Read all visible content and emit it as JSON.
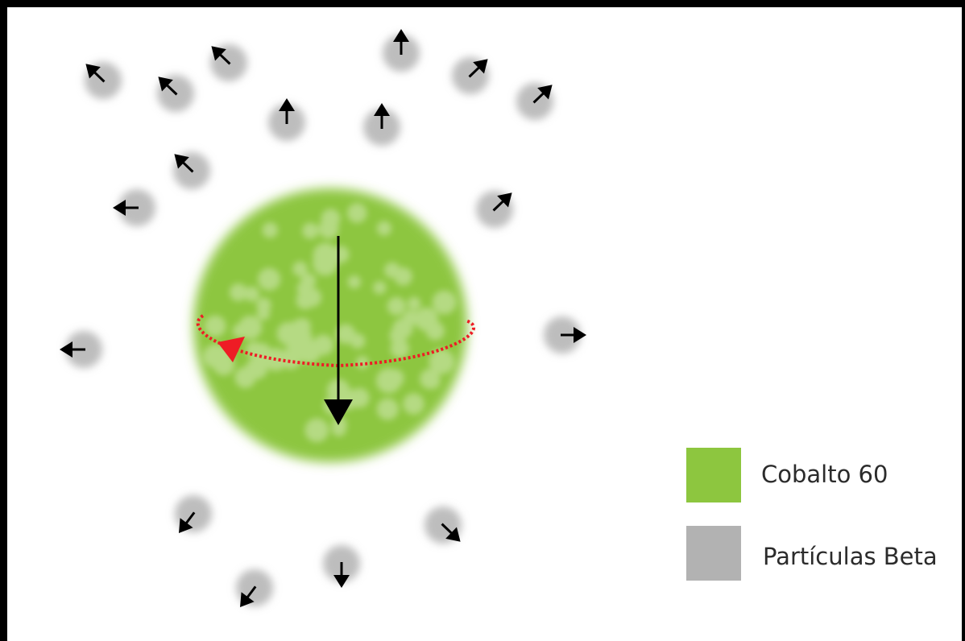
{
  "colors": {
    "cobalt": "#8dc63f",
    "beta": "#bdbdbd",
    "spin_arrow": "#ee1c25",
    "arrows": "#000000",
    "frame": "#000000"
  },
  "legend": {
    "items": [
      {
        "label": "Cobalto 60",
        "color": "#8dc63f"
      },
      {
        "label": "Partículas Beta",
        "color": "#b2b2b2"
      }
    ]
  },
  "particles": [
    {
      "name": "beta-particle",
      "direction": "up-left"
    },
    {
      "name": "beta-particle",
      "direction": "up-left"
    },
    {
      "name": "beta-particle",
      "direction": "up-left"
    },
    {
      "name": "beta-particle",
      "direction": "up"
    },
    {
      "name": "beta-particle",
      "direction": "up"
    },
    {
      "name": "beta-particle",
      "direction": "up"
    },
    {
      "name": "beta-particle",
      "direction": "up-right"
    },
    {
      "name": "beta-particle",
      "direction": "up-right"
    },
    {
      "name": "beta-particle",
      "direction": "up-left"
    },
    {
      "name": "beta-particle",
      "direction": "left"
    },
    {
      "name": "beta-particle",
      "direction": "up-right"
    },
    {
      "name": "beta-particle",
      "direction": "left"
    },
    {
      "name": "beta-particle",
      "direction": "right"
    },
    {
      "name": "beta-particle",
      "direction": "down-left"
    },
    {
      "name": "beta-particle",
      "direction": "down-right"
    },
    {
      "name": "beta-particle",
      "direction": "down"
    },
    {
      "name": "beta-particle",
      "direction": "down-left"
    }
  ]
}
